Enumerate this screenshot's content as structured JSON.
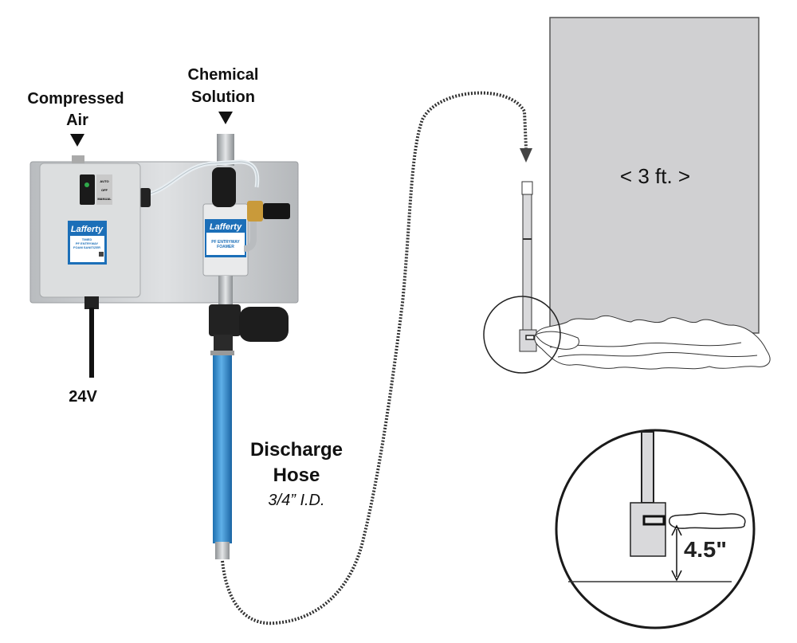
{
  "labels": {
    "compressed_air": [
      "Compressed",
      "Air"
    ],
    "chemical_solution": [
      "Chemical",
      "Solution"
    ],
    "voltage": "24V",
    "discharge_hose": [
      "Discharge",
      "Hose"
    ],
    "hose_size": "3/4” I.D.",
    "distance_from_wall": "< 3 ft. >",
    "nozzle_height": "4.5\""
  },
  "device": {
    "brand": "Lafferty",
    "switch_labels": [
      "AUTO",
      "OFF",
      "MANUAL"
    ],
    "control_box_label": [
      "TIMED",
      "PF ENTRYWAY",
      "FOAM SANITIZER"
    ],
    "foamer_label": [
      "PF ENTRYWAY",
      "FOAMER"
    ]
  },
  "colors": {
    "hose": "#3a8fd0",
    "label_blue": "#1c6fb8",
    "wall": "#d0d0d2",
    "steel": "#c9ccce"
  }
}
